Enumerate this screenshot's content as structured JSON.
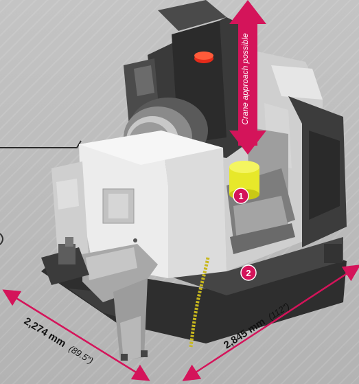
{
  "crane_label": "Crane approach possible",
  "markers": [
    {
      "label": "1"
    },
    {
      "label": "2"
    }
  ],
  "dimension_depth": {
    "value": "2,274 mm",
    "imperial": "(89.5″)"
  },
  "dimension_width": {
    "value": "2,845 mm",
    "imperial": "(112″)"
  },
  "colors": {
    "accent": "#d4145a",
    "machine_white": "#eeeeee",
    "machine_dark": "#3a3a3a",
    "workpiece_yellow": "#e7e82a"
  }
}
